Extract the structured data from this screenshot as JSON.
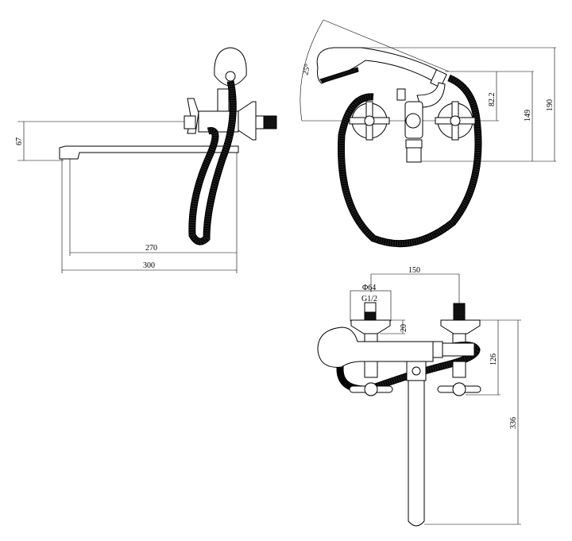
{
  "title": "Bath faucet with shower set - dimension drawing",
  "side_view": {
    "dims": {
      "height_spout": "67",
      "spout_reach_inner": "270",
      "spout_reach_outer": "300"
    }
  },
  "front_view": {
    "dims": {
      "angle": "25°",
      "handset_offset": "82.2",
      "mid_height": "149",
      "total_height": "190"
    }
  },
  "top_view": {
    "dims": {
      "center_distance": "150",
      "flange_diameter": "Φ64",
      "thread": "G1/2",
      "flange_depth": "20",
      "handle_depth": "126",
      "spout_depth": "336"
    }
  },
  "colors": {
    "line": "#000000",
    "background": "#ffffff"
  }
}
